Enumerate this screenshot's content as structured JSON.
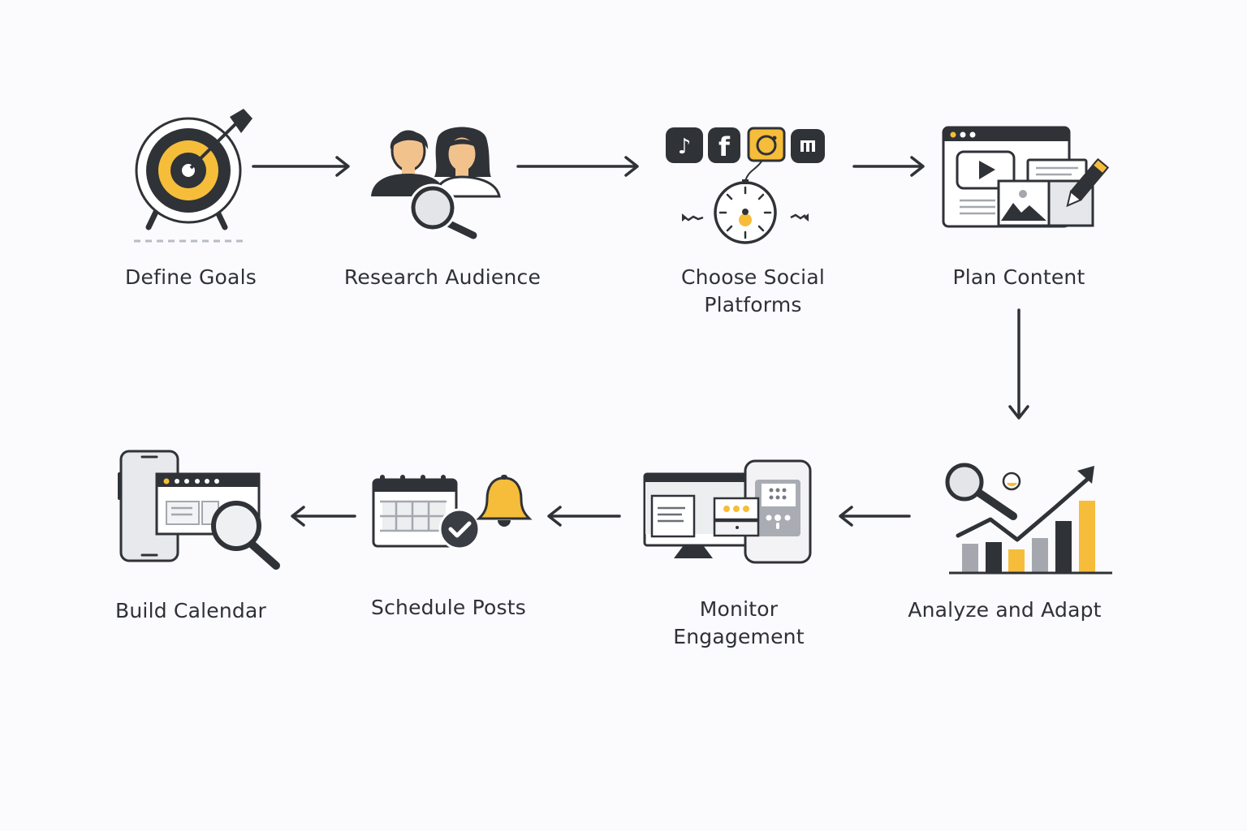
{
  "diagram": {
    "type": "process-flow",
    "colors": {
      "dark": "#2f3237",
      "accent": "#f6bd3a",
      "light_gray": "#e4e5e8",
      "mid_gray": "#a4a8ae",
      "background": "#fbfafc"
    },
    "steps": [
      {
        "order": 1,
        "label": "Define Goals",
        "icon": "target-icon"
      },
      {
        "order": 2,
        "label": "Research Audience",
        "icon": "audience-search-icon"
      },
      {
        "order": 3,
        "label": "Choose Social\nPlatforms",
        "icon": "social-platforms-icon"
      },
      {
        "order": 4,
        "label": "Plan Content",
        "icon": "content-plan-icon"
      },
      {
        "order": 5,
        "label": "Analyze and Adapt",
        "icon": "analytics-chart-icon"
      },
      {
        "order": 6,
        "label": "Monitor\nEngagement",
        "icon": "monitor-devices-icon"
      },
      {
        "order": 7,
        "label": "Schedule Posts",
        "icon": "calendar-bell-icon"
      },
      {
        "order": 8,
        "label": "Build Calendar",
        "icon": "calendar-search-icon"
      }
    ],
    "connections": [
      {
        "from": "Define Goals",
        "to": "Research Audience",
        "direction": "right"
      },
      {
        "from": "Research Audience",
        "to": "Choose Social Platforms",
        "direction": "right"
      },
      {
        "from": "Choose Social Platforms",
        "to": "Plan Content",
        "direction": "right"
      },
      {
        "from": "Plan Content",
        "to": "Analyze and Adapt",
        "direction": "down"
      },
      {
        "from": "Analyze and Adapt",
        "to": "Monitor Engagement",
        "direction": "left"
      },
      {
        "from": "Monitor Engagement",
        "to": "Schedule Posts",
        "direction": "left"
      },
      {
        "from": "Schedule Posts",
        "to": "Build Calendar",
        "direction": "left"
      }
    ]
  }
}
